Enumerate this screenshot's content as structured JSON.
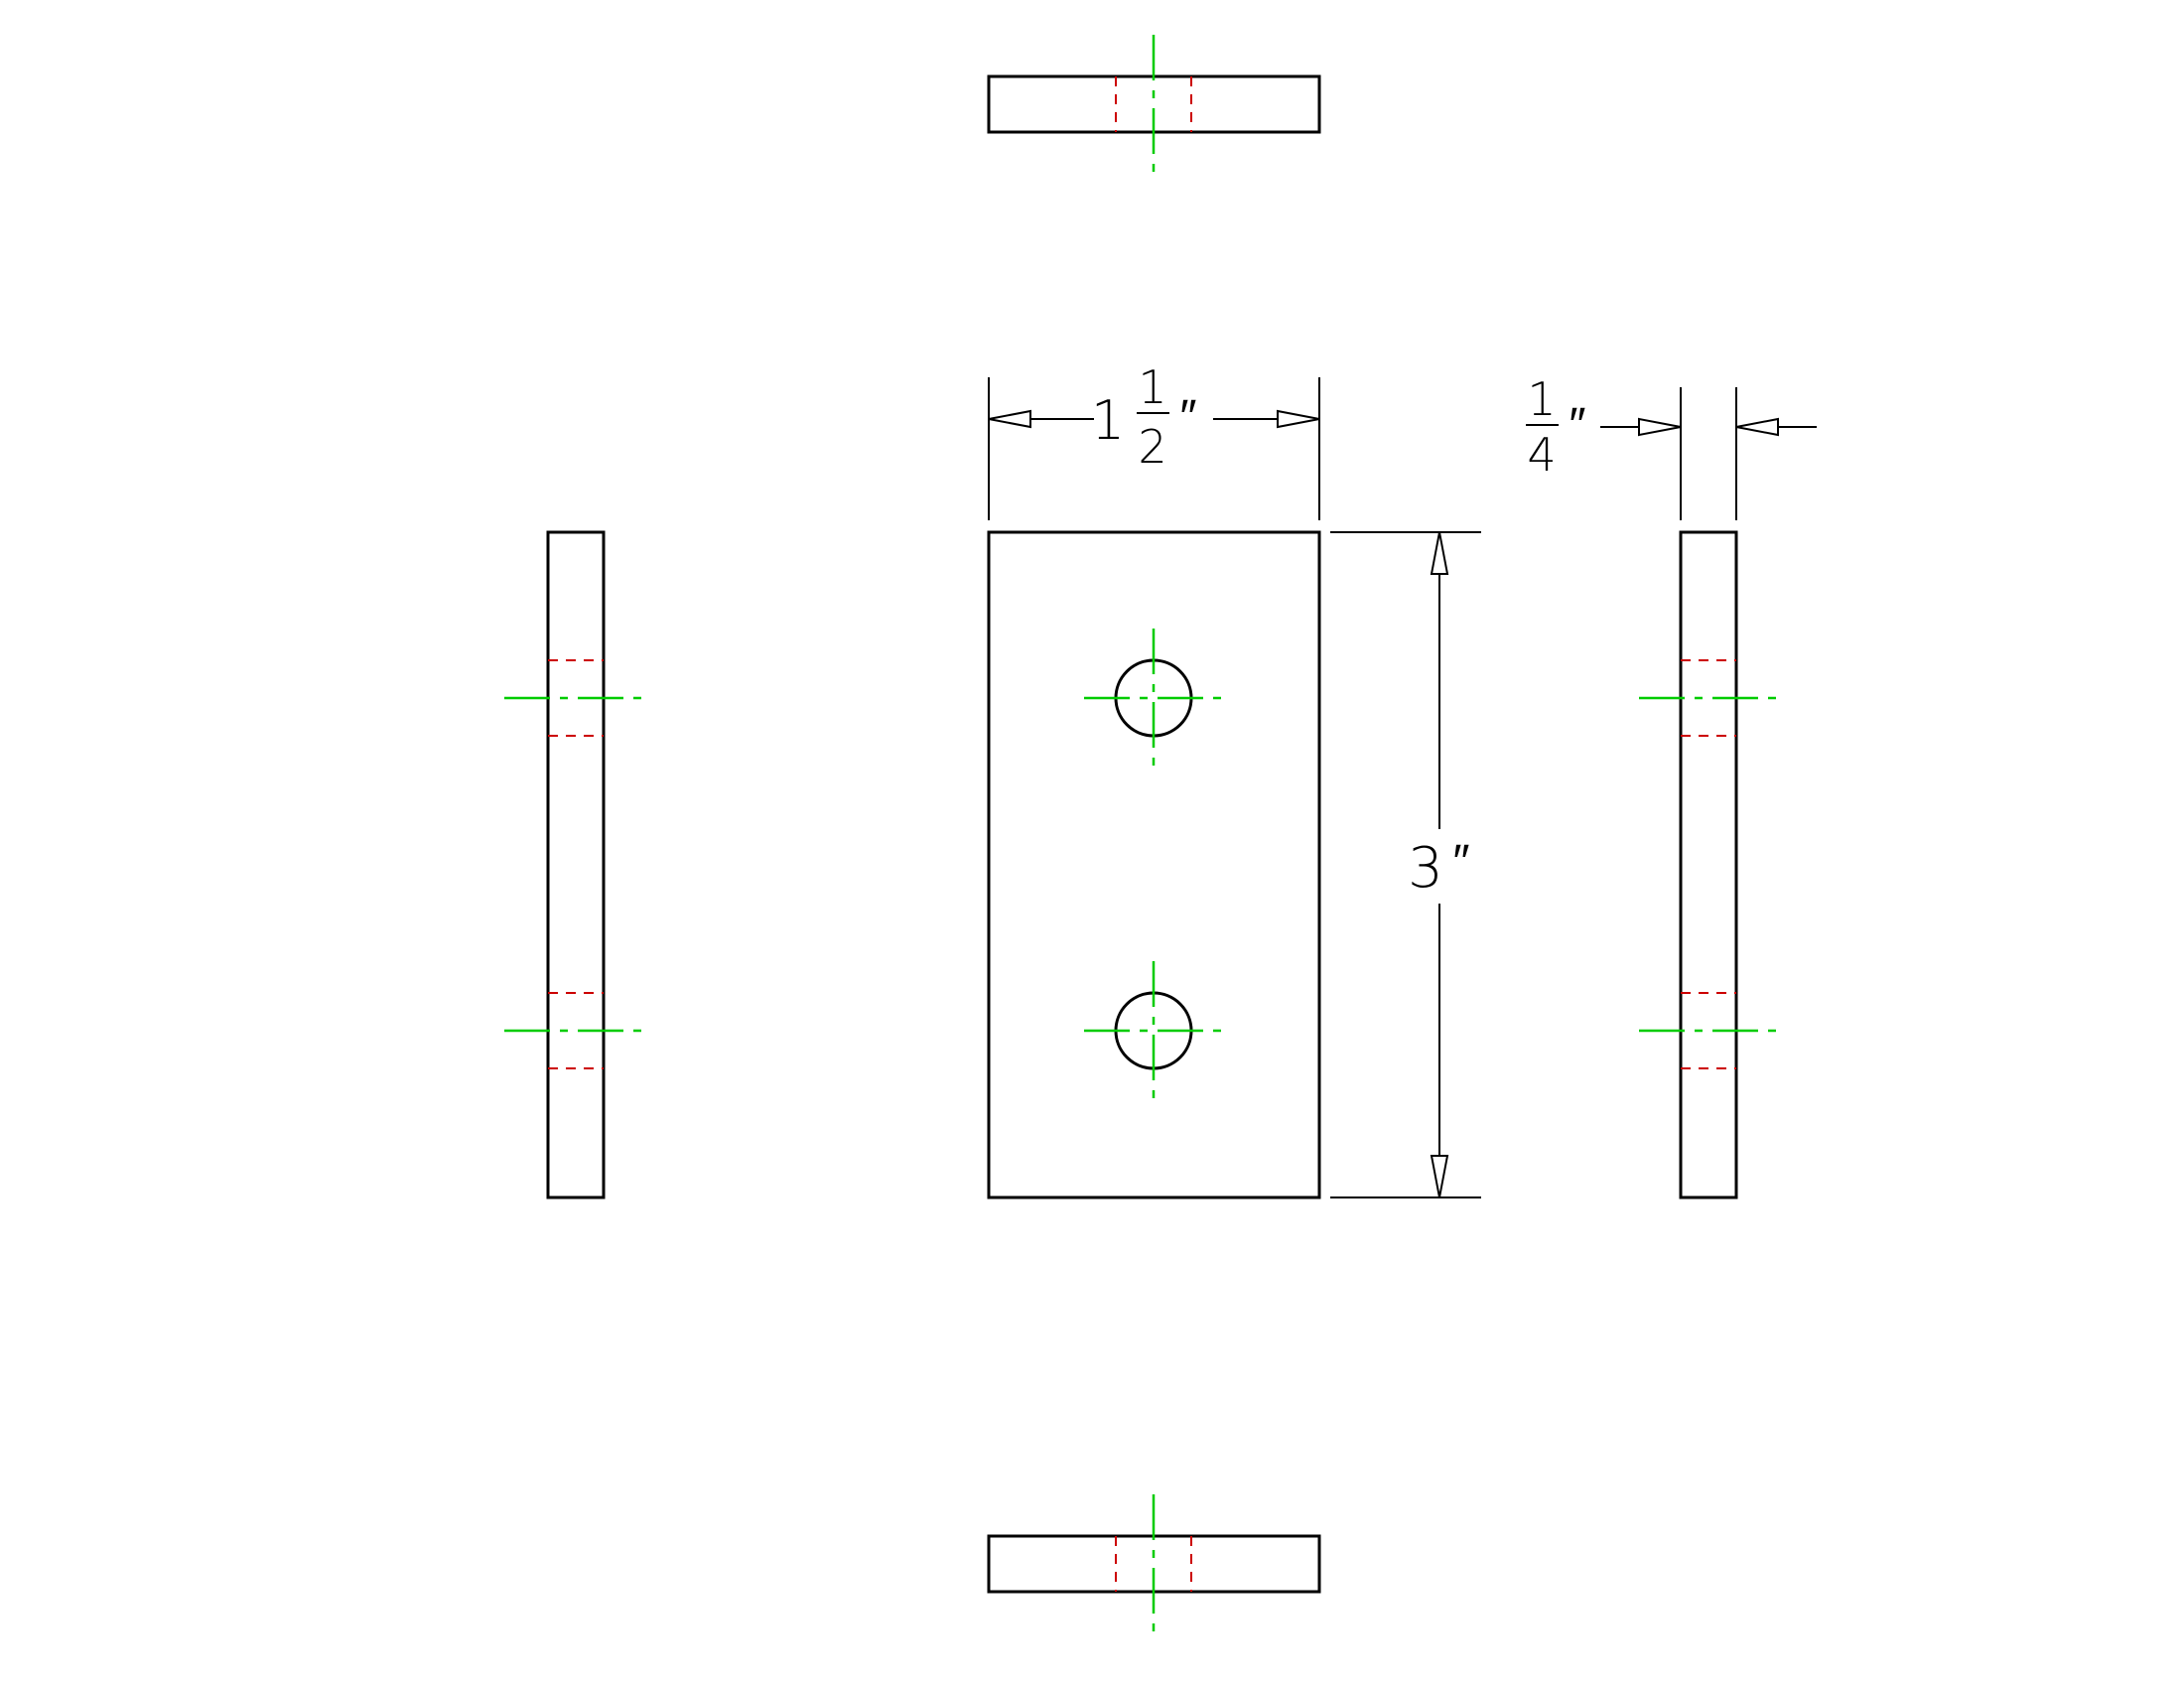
{
  "dimensions": {
    "width": {
      "whole": "1",
      "numerator": "1",
      "denominator": "2",
      "unit": "″"
    },
    "height": {
      "value": "3",
      "unit": "″"
    },
    "thickness": {
      "numerator": "1",
      "denominator": "4",
      "unit": "″"
    }
  },
  "colors": {
    "outline": "#000000",
    "centerline": "#00cc00",
    "hidden_line": "#cc0000",
    "background": "#ffffff"
  }
}
